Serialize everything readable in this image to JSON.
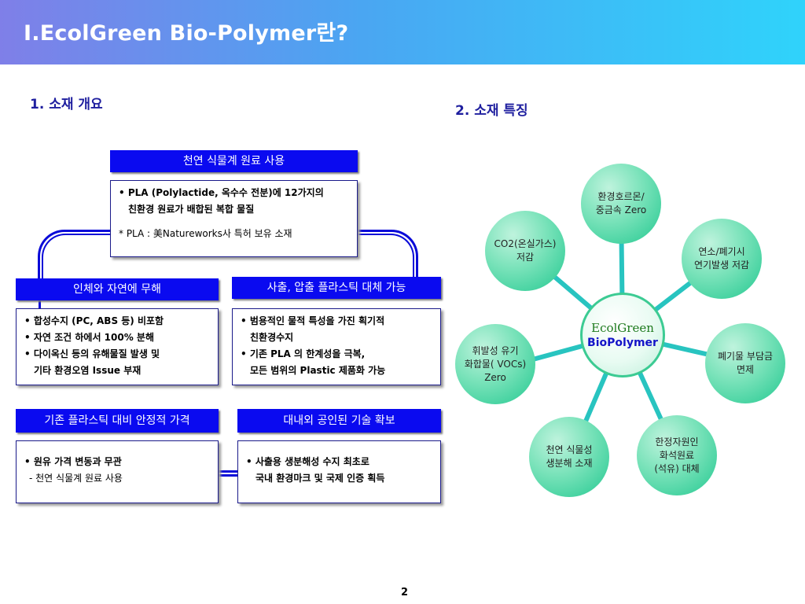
{
  "header": {
    "title": "Ⅰ.EcolGreen  Bio-Polymer란?"
  },
  "sections": {
    "overview": "1. 소재 개요",
    "features": "2. 소재 특징"
  },
  "overview": {
    "top_title": "천연 식물계 원료 사용",
    "top_line1": "• PLA (Polylactide, 옥수수 전분)에 12가지의",
    "top_line2": "친환경 원료가 배합된 복합 물질",
    "top_note": "* PLA : 美Natureworks사 특허 보유 소재",
    "left1_title": "인체와 자연에 무해",
    "left1_lines": [
      "• 합성수지 (PC, ABS 등) 비포함",
      "• 자연 조건 하에서 100% 분해",
      "• 다이옥신 등의 유해물질 발생 및",
      "기타 환경오염 Issue 부재"
    ],
    "right1_title": "사출, 압출 플라스틱 대체 가능",
    "right1_lines": [
      "• 범용적인 물적 특성을 가진 획기적",
      "친환경수지",
      "• 기존 PLA 의 한계성을 극복,",
      "모든 범위의 Plastic 제품화 가능"
    ],
    "left2_title": "기존 플라스틱 대비 안정적 가격",
    "left2_lines": [
      "• 원유 가격 변동과 무관",
      "- 천연 식물계 원료 사용"
    ],
    "right2_title": "대내외 공인된 기술 확보",
    "right2_lines": [
      "• 사출용 생분해성 수지 최초로",
      "국내 환경마크 및 국제 인증 획득"
    ]
  },
  "features": {
    "center": {
      "line1": "EcolGreen",
      "line2": "BioPolymer"
    },
    "nodes": [
      {
        "line1": "환경호르몬/",
        "line2": "중금속 Zero"
      },
      {
        "line1": "연소/폐기시",
        "line2": "연기발생 저감"
      },
      {
        "line1": "폐기물 부담금",
        "line2": "면제"
      },
      {
        "line1": "한정자원인",
        "line2": "화석원료",
        "line3": "(석유) 대체"
      },
      {
        "line1": "천연 식물성",
        "line2": "생분해 소재"
      },
      {
        "line1": "휘발성 유기",
        "line2": "화합물( VOCs)",
        "line3": "Zero"
      },
      {
        "line1": "CO2(온실가스)",
        "line2": "저감"
      }
    ]
  },
  "colors": {
    "accent_blue": "#0a0af0",
    "circle_green": "#22c890",
    "connector_teal": "#28c4c0"
  },
  "page_number": "2"
}
